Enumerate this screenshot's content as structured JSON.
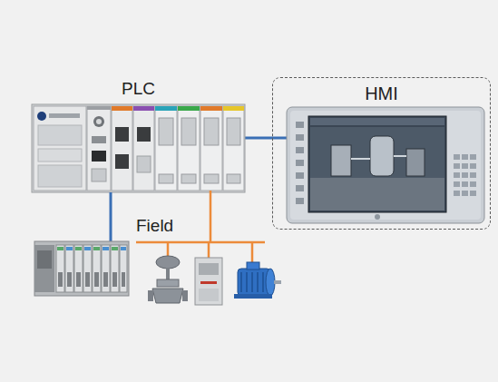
{
  "diagram": {
    "nodes": [
      {
        "text": [
          "PLC"
        ]
      },
      {
        "text": [
          "HMI"
        ]
      }
    ],
    "edges": [
      {
        "from": 0,
        "to": 1,
        "arrow": "none"
      }
    ],
    "labels": [
      "Field"
    ]
  }
}
